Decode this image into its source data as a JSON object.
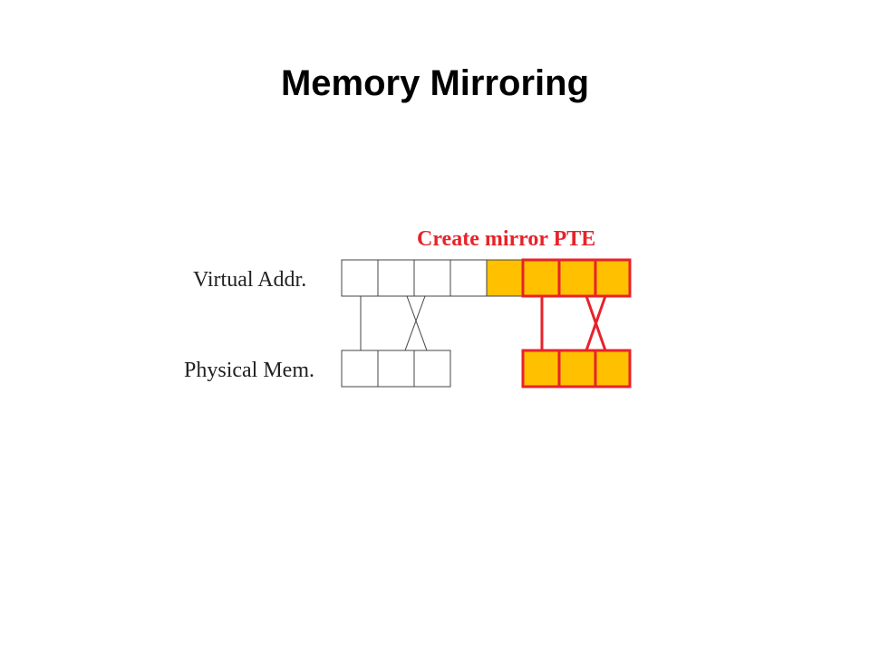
{
  "title": "Memory Mirroring",
  "annotation": "Create mirror PTE",
  "rows": {
    "virtual_label": "Virtual Addr.",
    "physical_label": "Physical Mem."
  },
  "colors": {
    "highlight_fill": "#ffc000",
    "mirror_stroke": "#e8222a",
    "plain_stroke": "#444444",
    "annotation_text": "#e8222a"
  }
}
